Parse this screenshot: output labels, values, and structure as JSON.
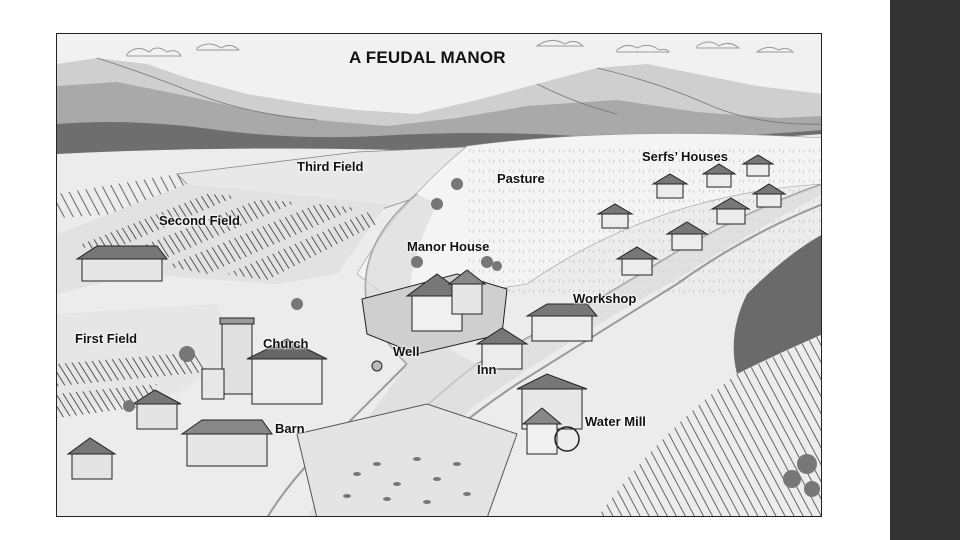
{
  "figure": {
    "title": "A FEUDAL MANOR",
    "labels": {
      "third_field": "Third Field",
      "pasture": "Pasture",
      "serfs_houses": "Serfs’ Houses",
      "second_field": "Second Field",
      "manor_house": "Manor House",
      "workshop": "Workshop",
      "first_field": "First Field",
      "church": "Church",
      "well": "Well",
      "inn": "Inn",
      "barn": "Barn",
      "water_mill": "Water Mill"
    }
  },
  "theme": {
    "page_background": "#ffffff",
    "sidebar_color": "#333333",
    "ink": "#111111"
  }
}
